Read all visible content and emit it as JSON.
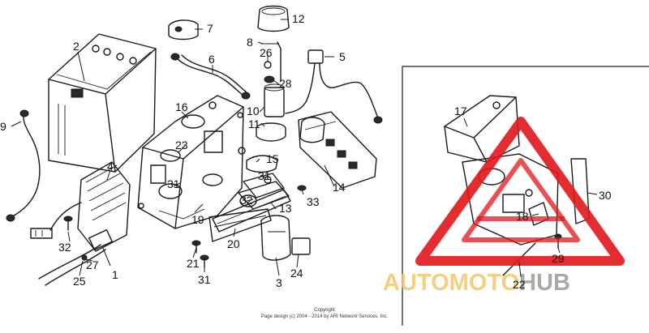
{
  "callouts": [
    "1",
    "2",
    "3",
    "4",
    "5",
    "6",
    "7",
    "8",
    "9",
    "10",
    "11",
    "12",
    "13",
    "14",
    "15",
    "16",
    "17",
    "18",
    "19",
    "20",
    "21",
    "22",
    "23",
    "24",
    "25",
    "26",
    "27",
    "28",
    "29",
    "30",
    "31",
    "32",
    "33"
  ],
  "watermark": {
    "part1": "AUTOMOTO",
    "part2": "HUB",
    "colors": {
      "triangle": "#e0161a",
      "accent": "#f3c56b",
      "gray": "#9a9a9a"
    }
  },
  "copyright": {
    "line1": "Copyright",
    "line2": "Page design (c) 2004 - 2014 by ARI Network Services, Inc."
  }
}
